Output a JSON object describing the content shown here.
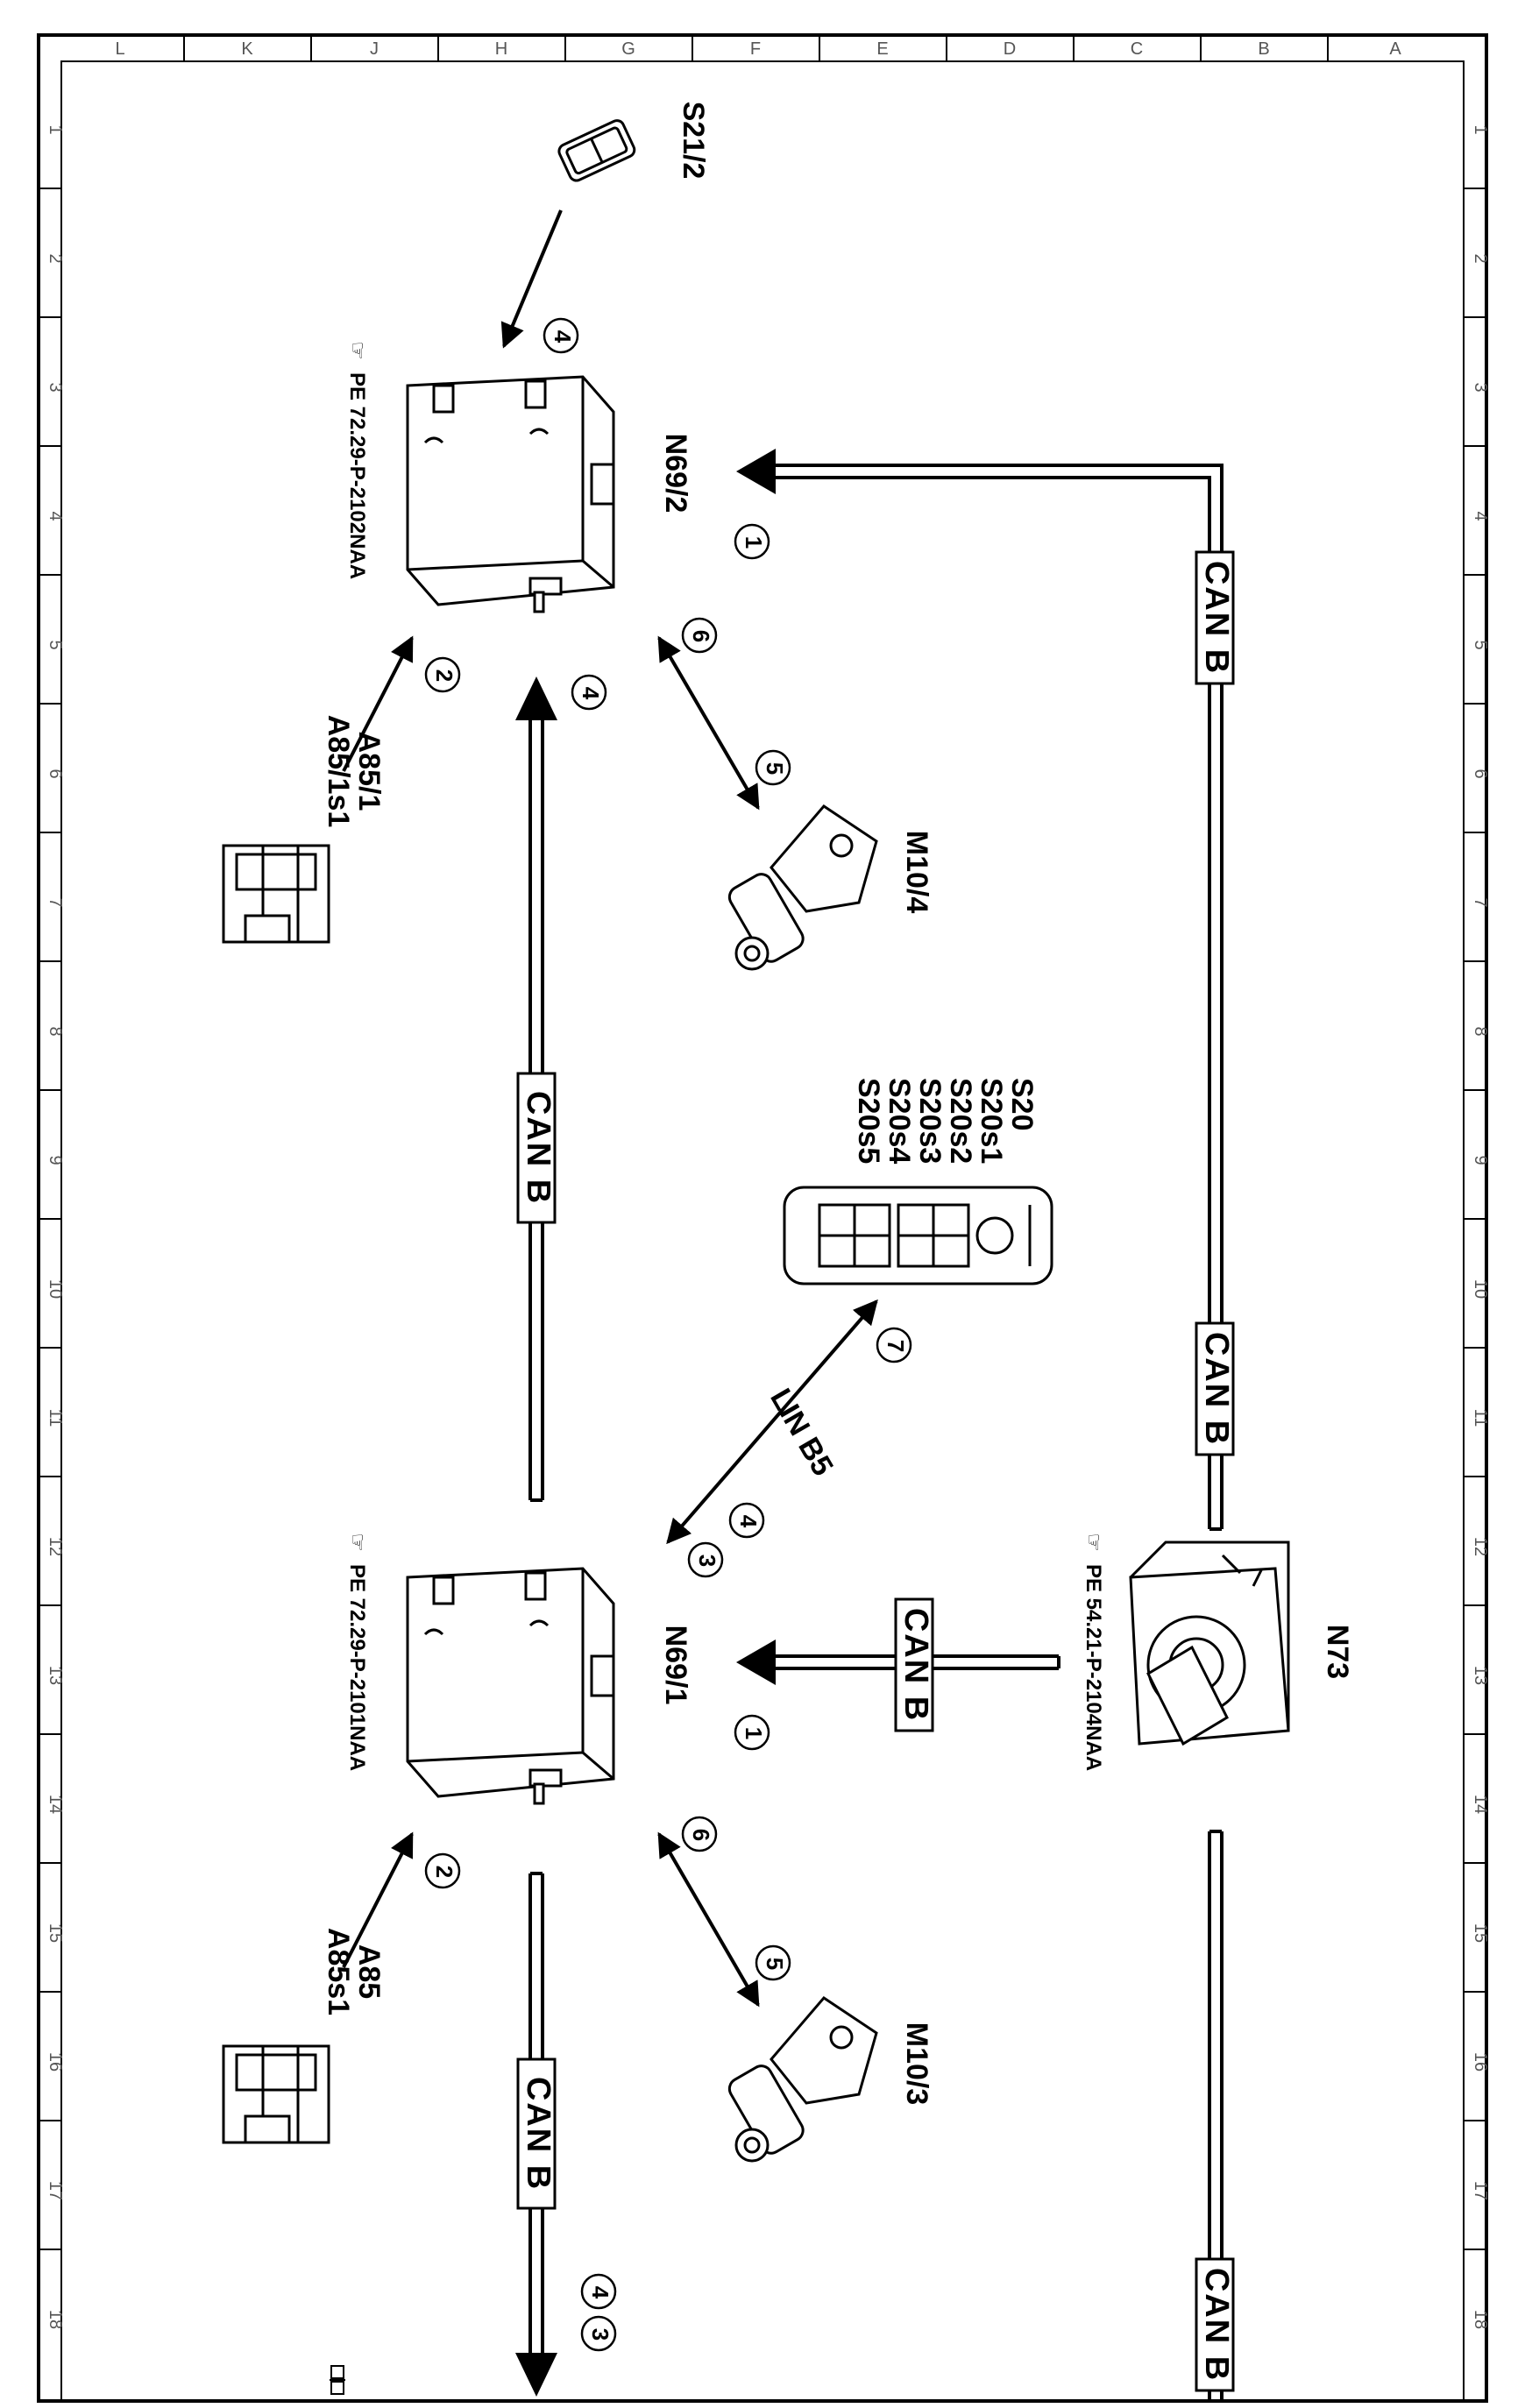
{
  "grid": {
    "columns": [
      "L",
      "K",
      "J",
      "H",
      "G",
      "F",
      "E",
      "D",
      "C",
      "B",
      "A"
    ],
    "rows": [
      "1",
      "2",
      "3",
      "4",
      "5",
      "6",
      "7",
      "8",
      "9",
      "10",
      "11",
      "12",
      "13",
      "14",
      "15",
      "16",
      "17",
      "18"
    ]
  },
  "components": {
    "s21_2": "S21/2",
    "n69_2": "N69/2",
    "n69_1": "N69/1",
    "n73": "N73",
    "m10_4": "M10/4",
    "m10_3": "M10/3",
    "a85_1": [
      "A85/1",
      "A85/1s1"
    ],
    "a85": [
      "A85",
      "A85s1"
    ],
    "s20": [
      "S20",
      "S20s1",
      "S20s2",
      "S20s3",
      "S20s4",
      "S20s5"
    ]
  },
  "references": {
    "n69_2": "PE 72.29-P-2102NAA",
    "n69_1": "PE 72.29-P-2101NAA",
    "n73": "PE 54.21-P-2104NAA"
  },
  "buses": {
    "can_b": "CAN B",
    "lin_b5": "LIN B5"
  },
  "markers": {
    "m1": "1",
    "m2": "2",
    "m3": "3",
    "m4": "4",
    "m5": "5",
    "m6": "6",
    "m7": "7"
  },
  "colors": {
    "line": "#000000",
    "background": "#ffffff"
  }
}
